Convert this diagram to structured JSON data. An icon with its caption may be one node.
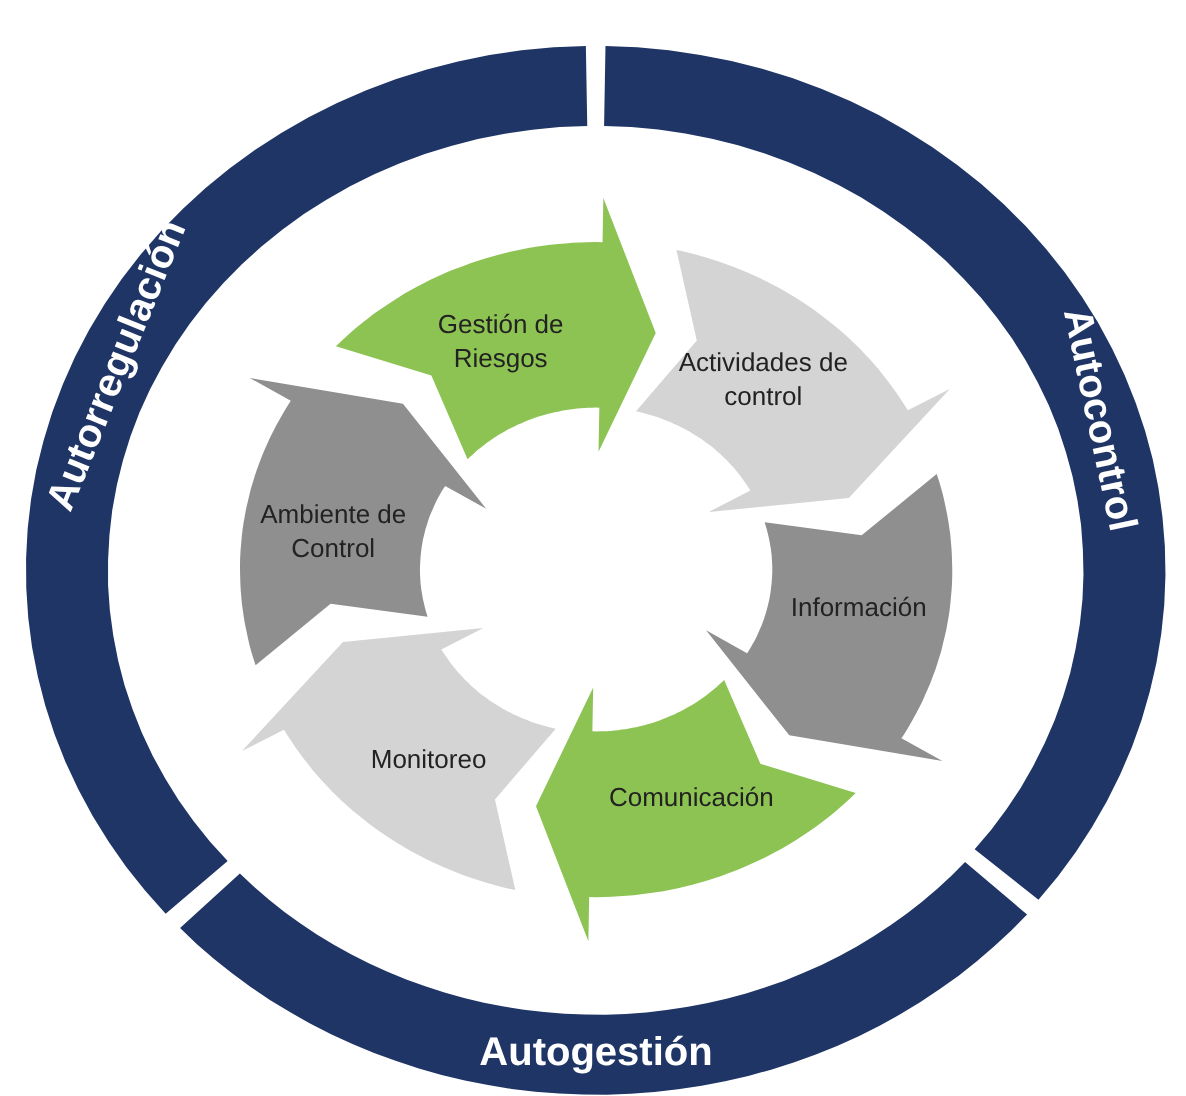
{
  "diagram": {
    "nodes": [
      {
        "text": [
          "Autorregulación"
        ]
      },
      {
        "text": [
          "Autocontrol"
        ]
      },
      {
        "text": [
          "Autogestión"
        ]
      },
      {
        "text": [
          "Gestión de Riesgos"
        ]
      },
      {
        "text": [
          "Actividades de control"
        ]
      },
      {
        "text": [
          "Información"
        ]
      },
      {
        "text": [
          "Comunicación"
        ]
      },
      {
        "text": [
          "Monitoreo"
        ]
      },
      {
        "text": [
          "Ambiente de Control"
        ]
      }
    ]
  }
}
